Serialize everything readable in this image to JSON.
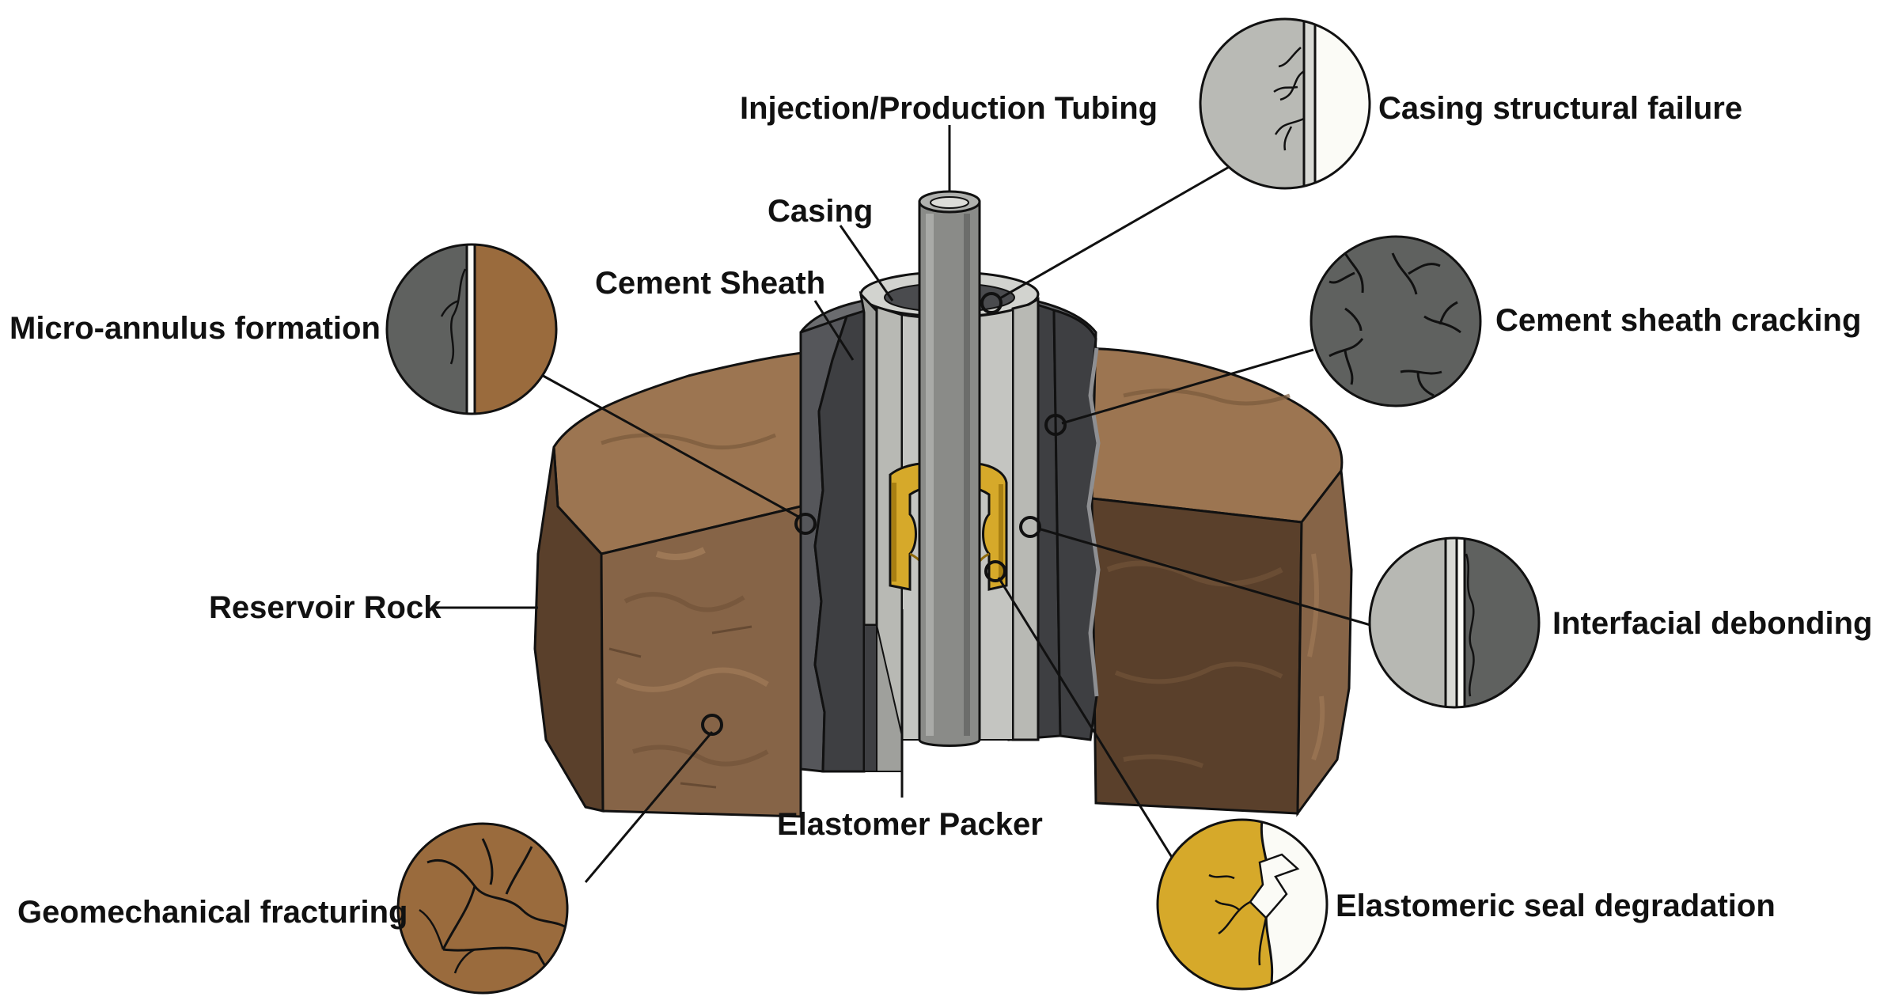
{
  "labels": {
    "tubing": "Injection/Production Tubing",
    "casing": "Casing",
    "cement_sheath": "Cement Sheath",
    "reservoir_rock": "Reservoir Rock",
    "elastomer_packer": "Elastomer Packer",
    "casing_failure": "Casing structural failure",
    "cement_cracking": "Cement sheath cracking",
    "interfacial_debonding": "Interfacial debonding",
    "seal_degradation": "Elastomeric seal degradation",
    "micro_annulus": "Micro-annulus formation",
    "geomechanical": "Geomechanical fracturing"
  },
  "colors": {
    "rock_top": "#9c7551",
    "rock_front": "#866447",
    "rock_dark": "#5a402b",
    "cement": "#3e3f42",
    "cement_top": "#6b6c6f",
    "cement_left": "#55565a",
    "casing": "#b8b9b4",
    "casing_inner": "#d2d3cf",
    "tubing": "#8a8b88",
    "packer": "#d6a92a",
    "crack": "#1a1a1a",
    "outline": "#111111"
  }
}
